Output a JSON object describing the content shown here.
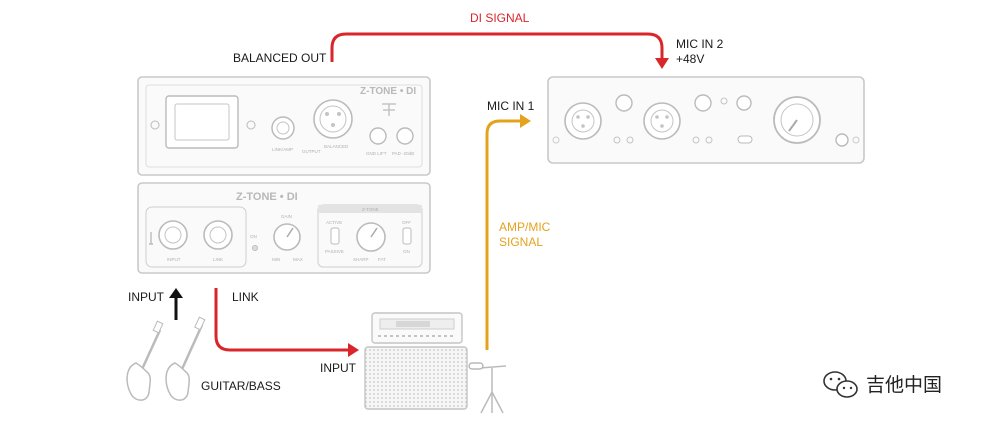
{
  "signals": {
    "di_signal": "DI SIGNAL",
    "amp_mic_signal": [
      "AMP/MIC",
      "SIGNAL"
    ]
  },
  "labels": {
    "balanced_out": "BALANCED OUT",
    "mic_in_2": [
      "MIC IN 2",
      "+48V"
    ],
    "mic_in_1": "MIC IN 1",
    "input": "INPUT",
    "link": "LINK",
    "amp_input": "INPUT",
    "guitar_bass": "GUITAR/BASS"
  },
  "devices": {
    "di_rear_brand": "Z-TONE • DI",
    "di_front_brand": "Z-TONE • DI",
    "rear_jacks": [
      "LINK/AMP",
      "OUTPUT",
      "BALANCED",
      "GND LIFT",
      "PAD -20dB"
    ],
    "front_jacks": [
      "INPUT",
      "LINK"
    ],
    "front_controls": [
      "GAIN",
      "MIN",
      "MAX",
      "Z-TONE",
      "ACTIVE",
      "PASSIVE",
      "SHARP",
      "FAT",
      "OFF",
      "ON"
    ],
    "power_label": "ON"
  },
  "colors": {
    "di_signal": "#d9262b",
    "amp_mic_signal": "#e4a21d",
    "device_outline": "#c9c9c9",
    "label_text": "#1a1a1a"
  },
  "watermark": {
    "text": "吉他中国",
    "icon": "wechat-icon"
  }
}
